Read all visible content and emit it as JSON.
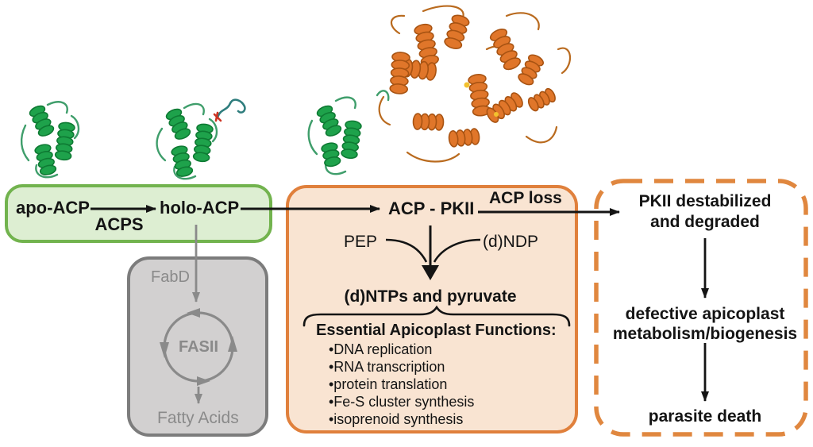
{
  "palette": {
    "green_fill": "#ddeed2",
    "green_border": "#72b34e",
    "gray_fill": "#d2d0d0",
    "gray_border": "#7c7c7c",
    "gray_ink": "#8a8a8a",
    "orange_fill": "#f9e4d2",
    "orange_border": "#e0803c",
    "dashed_border": "#e0873f",
    "ink": "#141414",
    "ribbon_green": "#1ea24b",
    "ribbon_orange": "#e0762a"
  },
  "activation": {
    "apo_label": "apo-ACP",
    "enzyme_label": "ACPS",
    "holo_label": "holo-ACP"
  },
  "fasii": {
    "enzyme_label": "FabD",
    "cycle_label": "FASII",
    "product_label": "Fatty Acids"
  },
  "pkii_panel": {
    "complex_label": "ACP - PKII",
    "acp_loss_label": "ACP loss",
    "substrate_left": "PEP",
    "substrate_right": "(d)NDP",
    "products_label": "(d)NTPs and pyruvate",
    "functions_title": "Essential Apicoplast Functions:",
    "functions": [
      "•DNA replication",
      "•RNA transcription",
      "•protein translation",
      "•Fe-S cluster synthesis",
      "•isoprenoid synthesis"
    ]
  },
  "outcome_panel": {
    "step1_line1": "PKII destabilized",
    "step1_line2": "and degraded",
    "step2_line1": "defective apicoplast",
    "step2_line2": "metabolism/biogenesis",
    "step3": "parasite death"
  }
}
